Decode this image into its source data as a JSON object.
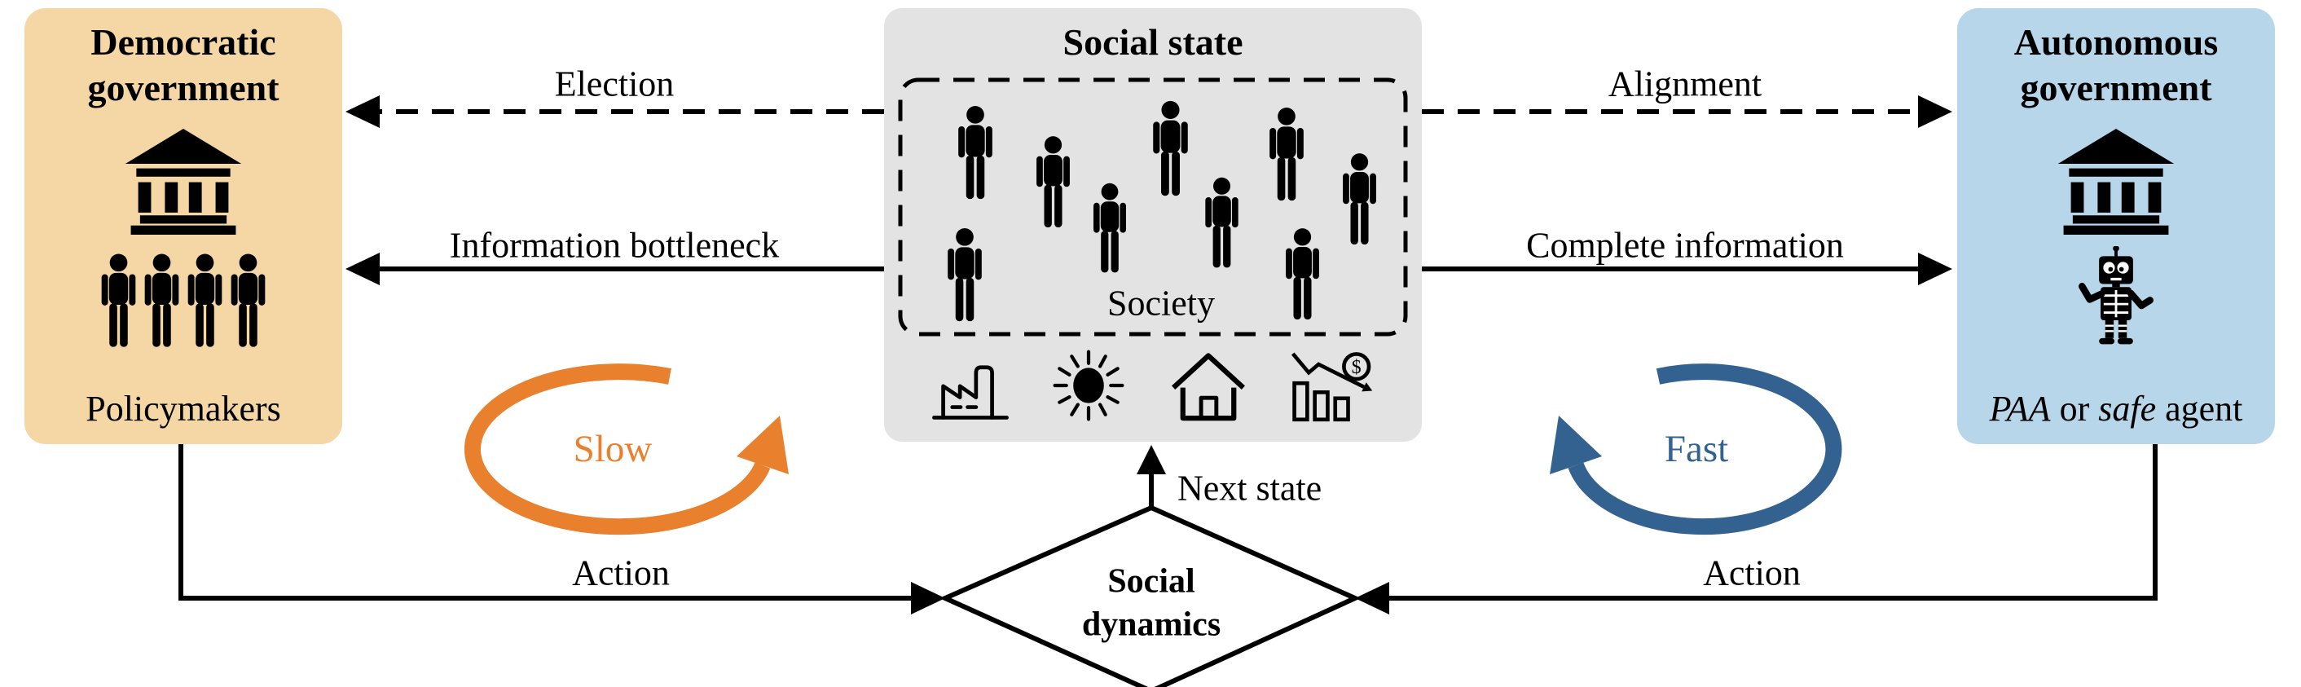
{
  "palette": {
    "left_box_bg": "#F4D7A4",
    "center_box_bg": "#E3E3E3",
    "right_box_bg": "#B7D6EA",
    "slow_color": "#E8802E",
    "fast_color": "#336291",
    "ink": "#000000"
  },
  "left_box": {
    "title": "Democratic government",
    "caption": "Policymakers",
    "icons": [
      "bank-icon",
      "people-icon"
    ],
    "people_count": 4
  },
  "center_box": {
    "title": "Social state",
    "society_label": "Society",
    "people_count": 9,
    "icons": [
      "factory-icon",
      "sun-icon",
      "house-icon",
      "economy-icon"
    ]
  },
  "right_box": {
    "title": "Autonomous government",
    "icons": [
      "bank-icon",
      "robot-icon"
    ],
    "caption_parts": [
      {
        "text": "PAA",
        "italic": true
      },
      {
        "text": " or ",
        "italic": false
      },
      {
        "text": "safe",
        "italic": true
      },
      {
        "text": " agent",
        "italic": false
      }
    ]
  },
  "connectors": {
    "election": {
      "label": "Election",
      "style": "dashed",
      "direction": "center-to-left"
    },
    "information_bottleneck": {
      "label": "Information bottleneck",
      "style": "solid",
      "direction": "center-to-left"
    },
    "alignment": {
      "label": "Alignment",
      "style": "dashed",
      "direction": "center-to-right"
    },
    "complete_information": {
      "label": "Complete information",
      "style": "solid",
      "direction": "center-to-right"
    },
    "action_left": {
      "label": "Action",
      "style": "solid",
      "direction": "left-box-to-diamond"
    },
    "action_right": {
      "label": "Action",
      "style": "solid",
      "direction": "right-box-to-diamond"
    },
    "next_state": {
      "label": "Next state",
      "style": "solid",
      "direction": "diamond-to-center"
    },
    "slow_cycle": {
      "label": "Slow",
      "color": "#E8802E"
    },
    "fast_cycle": {
      "label": "Fast",
      "color": "#336291"
    }
  },
  "diamond": {
    "label": "Social dynamics"
  }
}
